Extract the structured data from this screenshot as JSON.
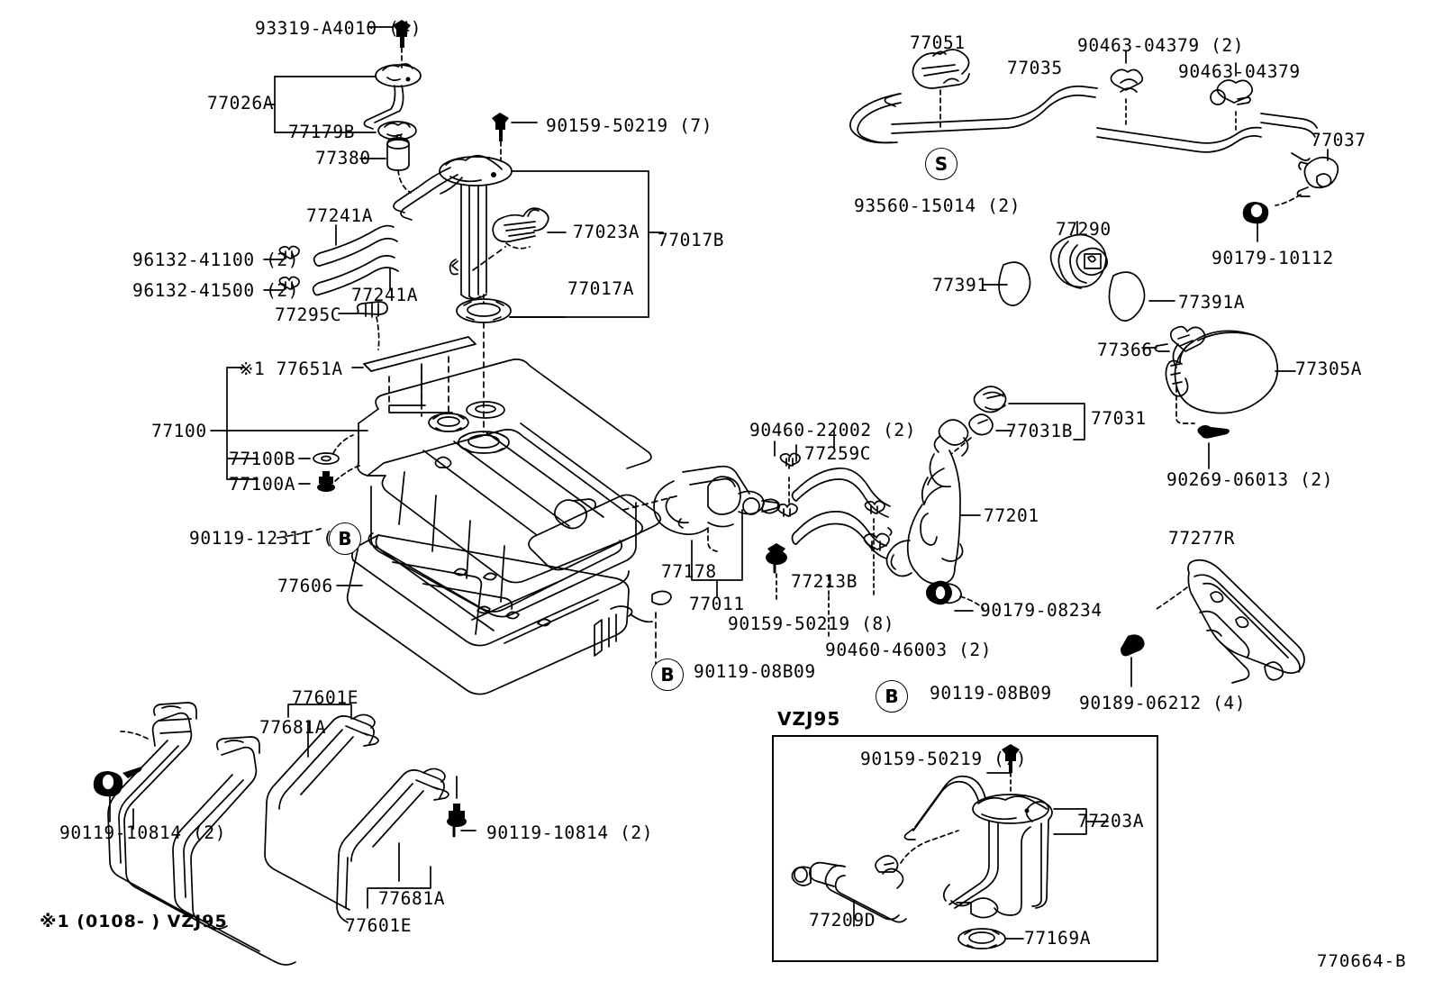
{
  "diagram": {
    "code": "770664-B",
    "footnote": "※1  (0108-      ) VZJ95",
    "inset_title": "VZJ95",
    "reference_marks": [
      {
        "id": "S",
        "label": "93560-15014 (2)"
      },
      {
        "id": "B",
        "label": "90119-12311 (2)"
      },
      {
        "id": "B",
        "label": "90119-08B09"
      },
      {
        "id": "B",
        "label": "90119-08B09"
      }
    ]
  },
  "labels": {
    "l_93319_a4010": "93319-A4010 (4)",
    "l_77026a": "77026A",
    "l_77179b": "77179B",
    "l_77380": "77380",
    "l_90159_50219_7": "90159-50219 (7)",
    "l_77241a_upper": "77241A",
    "l_77241a_lower": "77241A",
    "l_96132_41100": "96132-41100 (2)",
    "l_96132_41500": "96132-41500 (2)",
    "l_77295c": "77295C",
    "l_77023a": "77023A",
    "l_77017b": "77017B",
    "l_77017a": "77017A",
    "l_77651a": "※1 77651A",
    "l_77100": "77100",
    "l_77100b": "77100B",
    "l_77100a": "77100A",
    "l_90119_12311": "90119-12311 (2)",
    "l_77606": "77606",
    "l_90119_08b09_left": "90119-08B09",
    "l_77601e_top": "77601E",
    "l_77681a_top": "77681A",
    "l_77681a_bottom": "77681A",
    "l_77601e_bottom": "77601E",
    "l_90119_10814_left": "90119-10814 (2)",
    "l_90119_10814_right": "90119-10814 (2)",
    "l_90460_22002": "90460-22002 (2)",
    "l_77259c": "77259C",
    "l_77178": "77178",
    "l_77011": "77011",
    "l_77213b": "77213B",
    "l_90159_50219_8": "90159-50219 (8)",
    "l_90460_46003": "90460-46003 (2)",
    "l_90119_08b09_right": "90119-08B09",
    "l_77201": "77201",
    "l_77031": "77031",
    "l_77031b": "77031B",
    "l_90179_08234": "90179-08234",
    "l_77051": "77051",
    "l_77035": "77035",
    "l_90463_04379_2": "90463-04379 (2)",
    "l_90463_04379": "90463-04379",
    "l_77037": "77037",
    "l_90179_10112": "90179-10112",
    "l_93560_15014": "93560-15014 (2)",
    "l_77290": "77290",
    "l_77391": "77391",
    "l_77391a": "77391A",
    "l_77366": "77366",
    "l_77305a": "77305A",
    "l_90269_06013": "90269-06013 (2)",
    "l_77277r": "77277R",
    "l_90189_06212": "90189-06212 (4)",
    "l_inset_90159_50219_7": "90159-50219 (7)",
    "l_inset_77203a": "77203A",
    "l_inset_77209d": "77209D",
    "l_inset_77169a": "77169A"
  }
}
